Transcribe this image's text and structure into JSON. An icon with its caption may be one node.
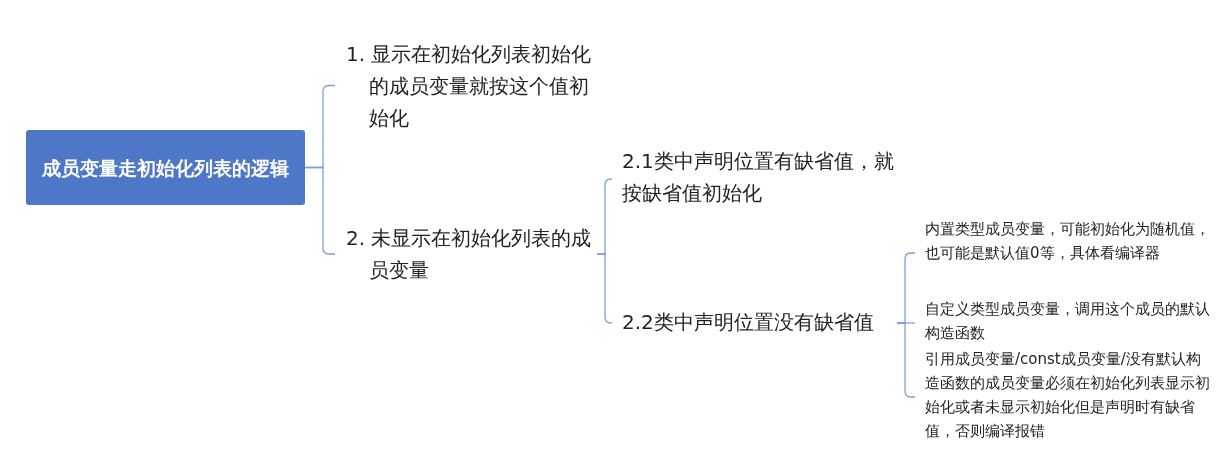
{
  "diagram": {
    "nodes": [
      {
        "text": [
          "成员变量走初始化列表的逻辑"
        ]
      },
      {
        "text": [
          "1. 显示在初始化列表初始化的成员变量就按这个值初始化"
        ]
      },
      {
        "text": [
          "2. 未显示在初始化列表的成员变量"
        ]
      },
      {
        "text": [
          "2.1类中声明位置有缺省值，就按缺省值初始化"
        ]
      },
      {
        "text": [
          "2.2类中声明位置没有缺省值"
        ]
      },
      {
        "text": [
          "内置类型成员变量，可能初始化为随机值，也可能是默认值0等，具体看编译器"
        ]
      },
      {
        "text": [
          "自定义类型成员变量，调用这个成员的默认构造函数"
        ]
      },
      {
        "text": [
          "引用成员变量/const成员变量/没有默认构造函数的成员变量必须在初始化列表显示初始化或者未显示初始化但是声明时有缺省值，否则编译报错"
        ]
      }
    ],
    "edges": [
      {
        "from": 0,
        "to": 1,
        "arrow": "none"
      },
      {
        "from": 0,
        "to": 2,
        "arrow": "none"
      },
      {
        "from": 2,
        "to": 3,
        "arrow": "none"
      },
      {
        "from": 2,
        "to": 4,
        "arrow": "none"
      },
      {
        "from": 4,
        "to": 5,
        "arrow": "none"
      },
      {
        "from": 4,
        "to": 6,
        "arrow": "none"
      },
      {
        "from": 4,
        "to": 7,
        "arrow": "none"
      }
    ]
  }
}
